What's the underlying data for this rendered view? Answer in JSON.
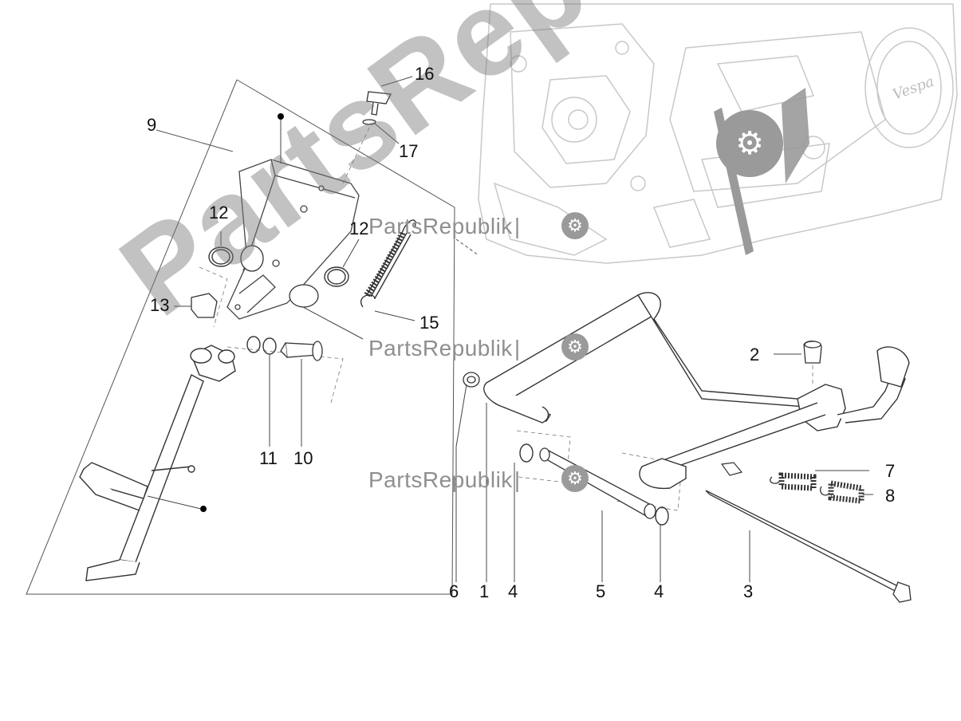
{
  "diagram": {
    "part_labels": {
      "l16": "16",
      "l17": "17",
      "l9": "9",
      "l12a": "12",
      "l12b": "12",
      "l13": "13",
      "l15": "15",
      "l11": "11",
      "l10": "10",
      "l6": "6",
      "l1": "1",
      "l4a": "4",
      "l5": "5",
      "l4b": "4",
      "l3": "3",
      "l2": "2",
      "l7": "7",
      "l8": "8"
    },
    "watermark": {
      "text": "PartsRepublik",
      "big_text": "PartsRepublik",
      "icon": "gear-icon"
    },
    "engine_logo": "Vespa"
  }
}
